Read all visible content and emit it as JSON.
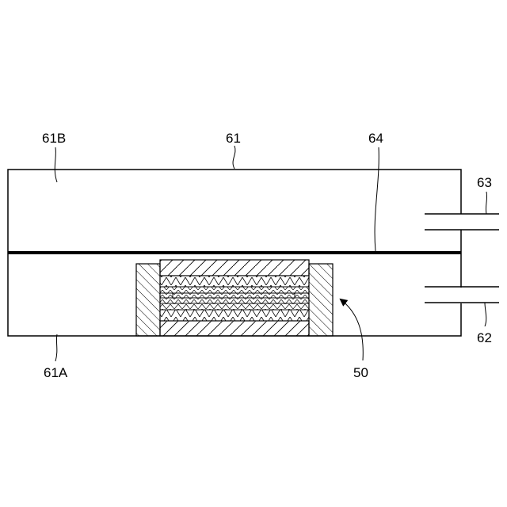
{
  "labels": {
    "chamber": "61",
    "upper_region": "61B",
    "lower_region": "61A",
    "partition": "64",
    "upper_port": "63",
    "lower_port": "62",
    "sample": "50"
  },
  "colors": {
    "line": "#000000",
    "background": "#ffffff"
  }
}
